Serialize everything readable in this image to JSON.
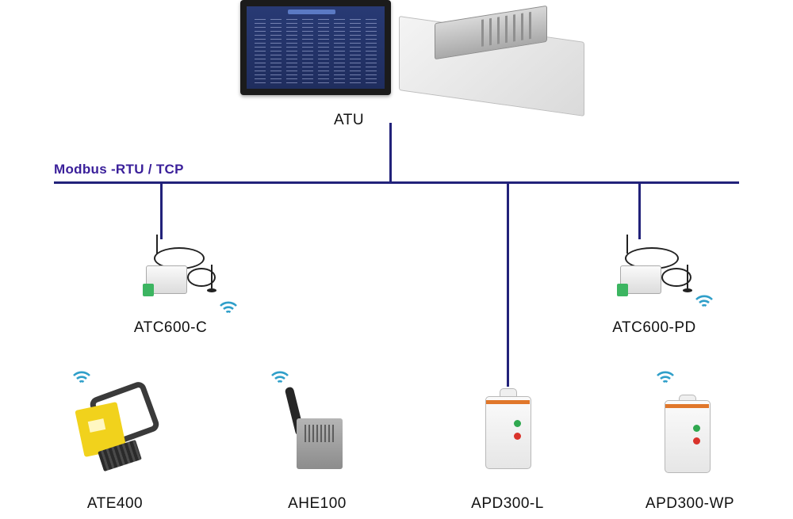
{
  "bus": {
    "label": "Modbus -RTU / TCP"
  },
  "devices": {
    "atu": {
      "label": "ATU"
    },
    "atc600_c": {
      "label": "ATC600-C"
    },
    "atc600_pd": {
      "label": "ATC600-PD"
    },
    "ate400": {
      "label": "ATE400"
    },
    "ahe100": {
      "label": "AHE100"
    },
    "apd300_l": {
      "label": "APD300-L"
    },
    "apd300_wp": {
      "label": "APD300-WP"
    }
  },
  "colors": {
    "bus_line": "#22227a",
    "bus_label": "#3a1f9a",
    "wifi": "#2f9fc9",
    "terminal_green": "#3cb561",
    "apd_stripe": "#e0772b"
  }
}
